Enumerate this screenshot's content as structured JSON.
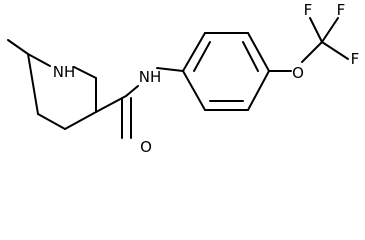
{
  "labels": {
    "nh_ring": "NH",
    "nh_amide": "NH",
    "o_carbonyl": "O",
    "o_ether": "O",
    "f_top_left": "F",
    "f_top_right": "F",
    "f_right": "F"
  },
  "colors": {
    "bond": "#000000",
    "background": "#ffffff"
  }
}
